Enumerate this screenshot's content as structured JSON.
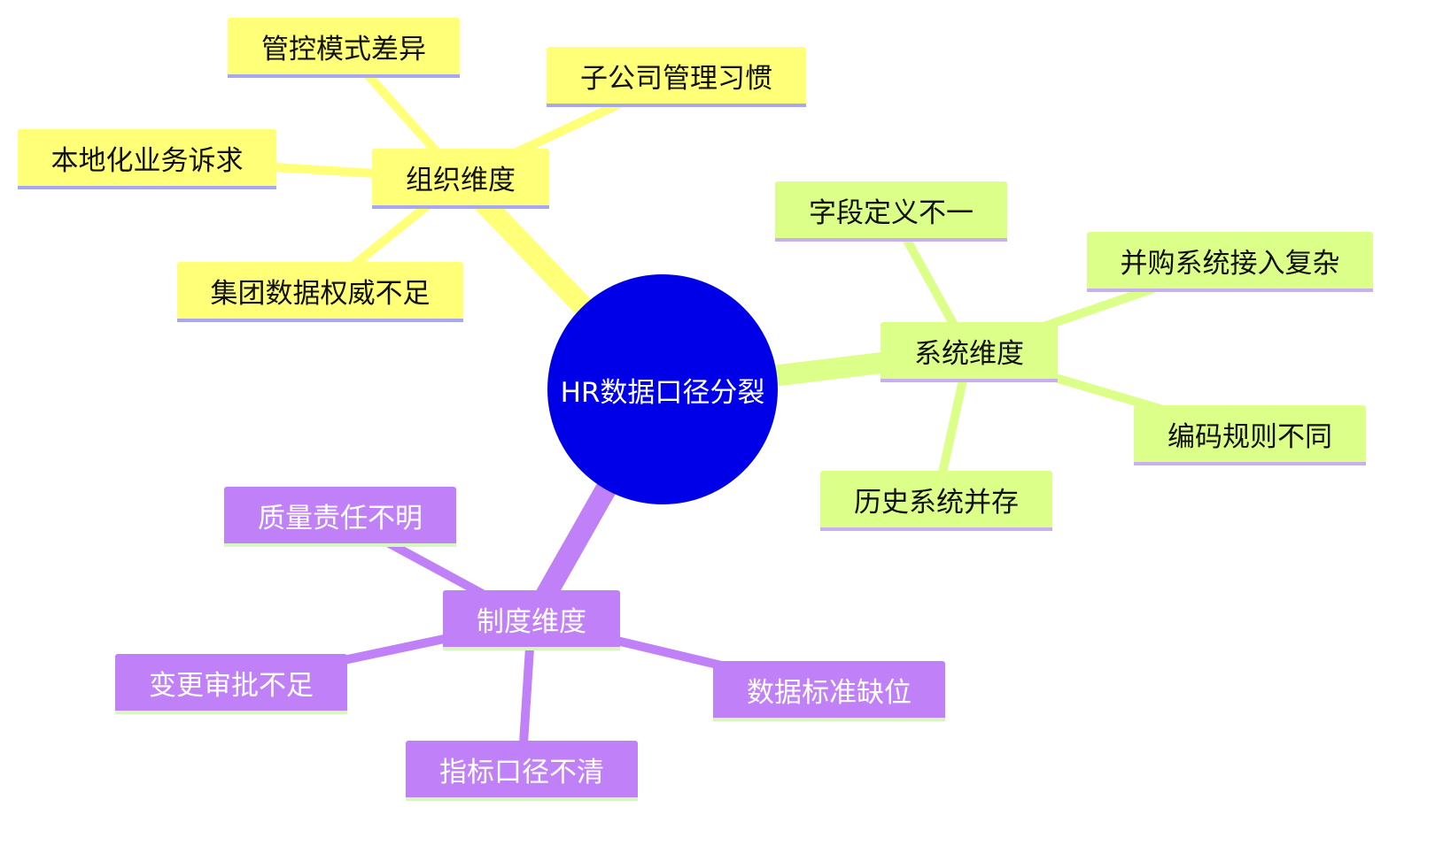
{
  "root": {
    "id": "root",
    "label": "HR数据口径分裂",
    "fill": "#0000e8",
    "text_color": "#ffffff"
  },
  "branches": [
    {
      "id": "org",
      "label": "组织维度",
      "fill": "#ffff78",
      "underline": "#a8a8f0",
      "edge_color": "#ffff78",
      "text_color": "#111111",
      "children": [
        {
          "id": "org-1",
          "label": "管控模式差异"
        },
        {
          "id": "org-2",
          "label": "子公司管理习惯"
        },
        {
          "id": "org-3",
          "label": "本地化业务诉求"
        },
        {
          "id": "org-4",
          "label": "集团数据权威不足"
        }
      ]
    },
    {
      "id": "sys",
      "label": "系统维度",
      "fill": "#dcff8a",
      "underline": "#c8b0f0",
      "edge_color": "#dcff8a",
      "text_color": "#111111",
      "children": [
        {
          "id": "sys-1",
          "label": "字段定义不一"
        },
        {
          "id": "sys-2",
          "label": "并购系统接入复杂"
        },
        {
          "id": "sys-3",
          "label": "编码规则不同"
        },
        {
          "id": "sys-4",
          "label": "历史系统并存"
        }
      ]
    },
    {
      "id": "policy",
      "label": "制度维度",
      "fill": "#c080f8",
      "underline": "#d6f8c0",
      "edge_color": "#c080f8",
      "text_color": "#ffffff",
      "children": [
        {
          "id": "policy-1",
          "label": "质量责任不明"
        },
        {
          "id": "policy-2",
          "label": "变更审批不足"
        },
        {
          "id": "policy-3",
          "label": "指标口径不清"
        },
        {
          "id": "policy-4",
          "label": "数据标准缺位"
        }
      ]
    }
  ]
}
